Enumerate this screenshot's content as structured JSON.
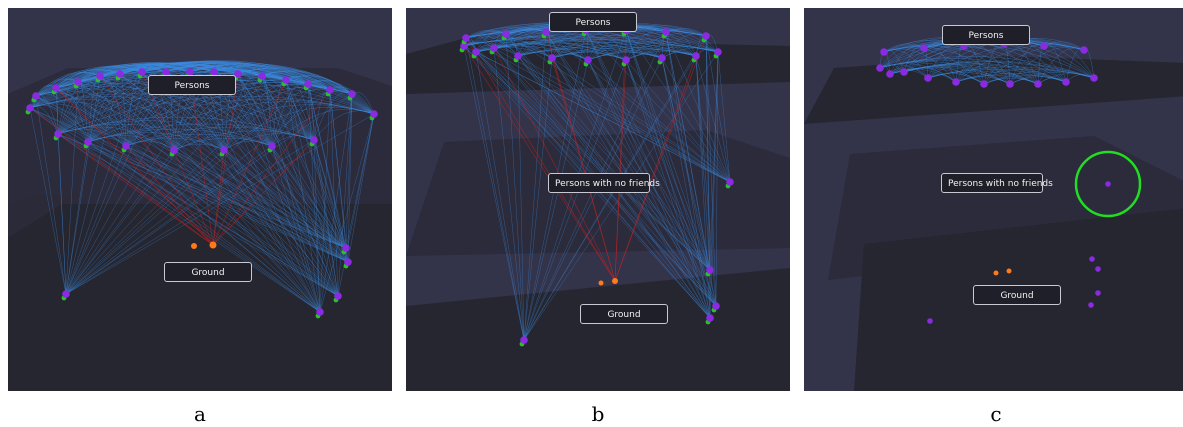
{
  "panels": [
    {
      "id": "a",
      "caption": "a",
      "labels": {
        "persons": "Persons",
        "ground": "Ground"
      }
    },
    {
      "id": "b",
      "caption": "b",
      "labels": {
        "persons": "Persons",
        "no_friends": "Persons with no friends",
        "ground": "Ground"
      }
    },
    {
      "id": "c",
      "caption": "c",
      "labels": {
        "persons": "Persons",
        "no_friends": "Persons with no friends",
        "ground": "Ground"
      }
    }
  ],
  "colors": {
    "background": "#33334a",
    "plane_dark": "#262630",
    "edge_friend": "#3b8be0",
    "edge_ground": "#d62020",
    "person_node": "#8a2be2",
    "person_base": "#2ebd2e",
    "ground_node": "#ff7a1a",
    "highlight_circle": "#22dd22",
    "label_bg": "#1f1f29",
    "label_text": "#f2f2f2"
  }
}
